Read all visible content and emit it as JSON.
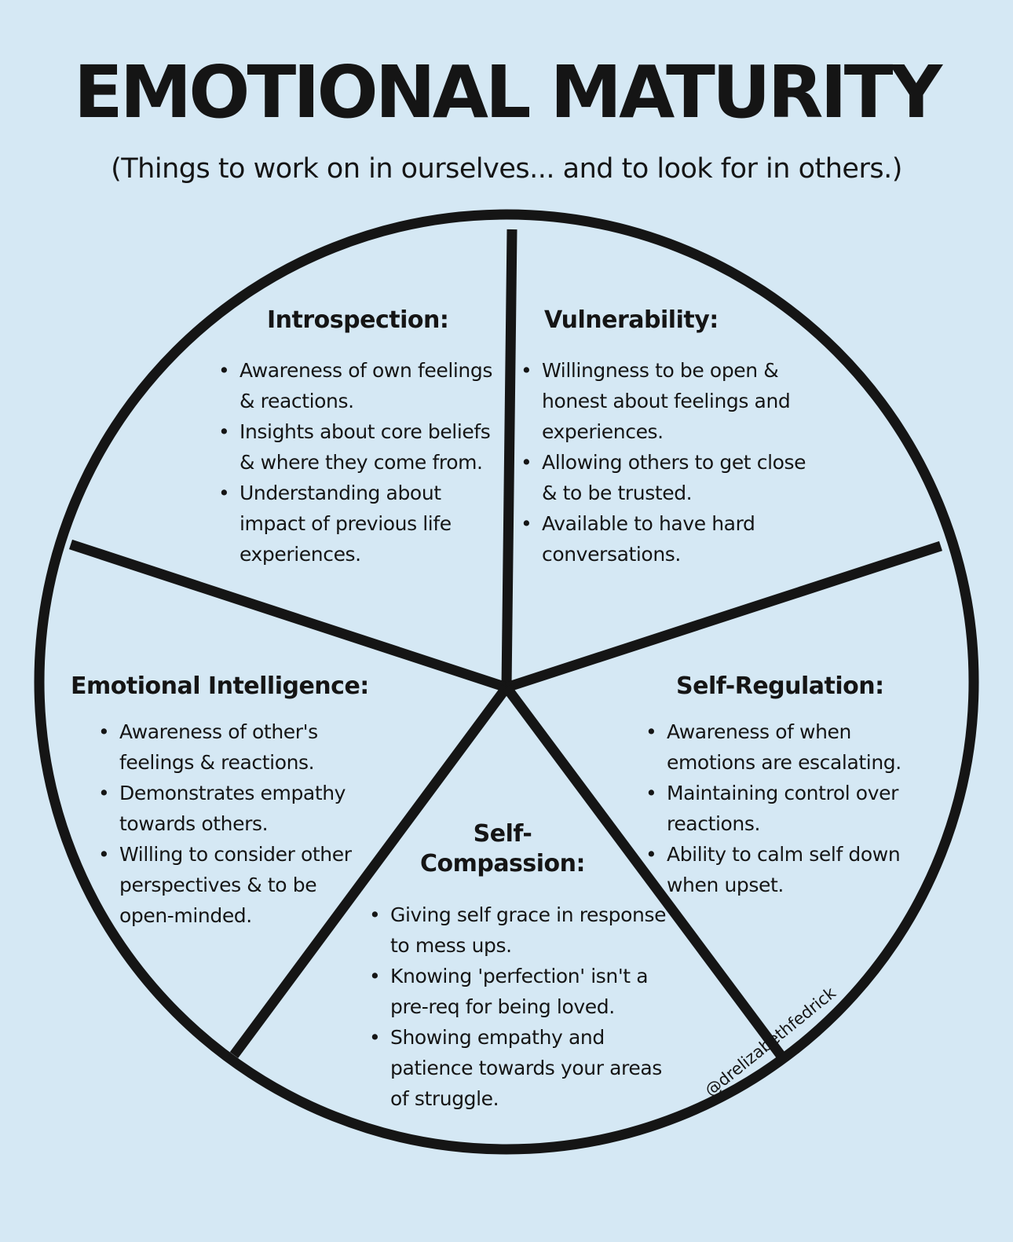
{
  "header": {
    "title": "EMOTIONAL MATURITY",
    "subtitle": "(Things to work on in ourselves... and to look for in others.)"
  },
  "sections": {
    "introspection": {
      "heading": "Introspection:",
      "items": [
        "Awareness of own feelings & reactions.",
        "Insights about core beliefs & where they come from.",
        "Understanding about impact of previous life experiences."
      ]
    },
    "vulnerability": {
      "heading": "Vulnerability:",
      "items": [
        "Willingness to be open & honest about feelings and experiences.",
        "Allowing others to get close & to be trusted.",
        "Available to have hard conversations."
      ]
    },
    "emotional_intelligence": {
      "heading": "Emotional Intelligence:",
      "items": [
        "Awareness of other's feelings & reactions.",
        "Demonstrates empathy towards others.",
        "Willing to consider other perspectives & to be open-minded."
      ]
    },
    "self_regulation": {
      "heading": "Self-Regulation:",
      "items": [
        "Awareness of when emotions are escalating.",
        "Maintaining control over reactions.",
        "Ability to calm self down when upset."
      ]
    },
    "self_compassion": {
      "heading_line1": "Self-",
      "heading_line2": "Compassion:",
      "items": [
        "Giving self grace in response to mess ups.",
        "Knowing 'perfection' isn't a pre-req for being loved.",
        "Showing empathy and patience towards your areas of struggle."
      ]
    }
  },
  "credit": "@drelizabethfedrick"
}
